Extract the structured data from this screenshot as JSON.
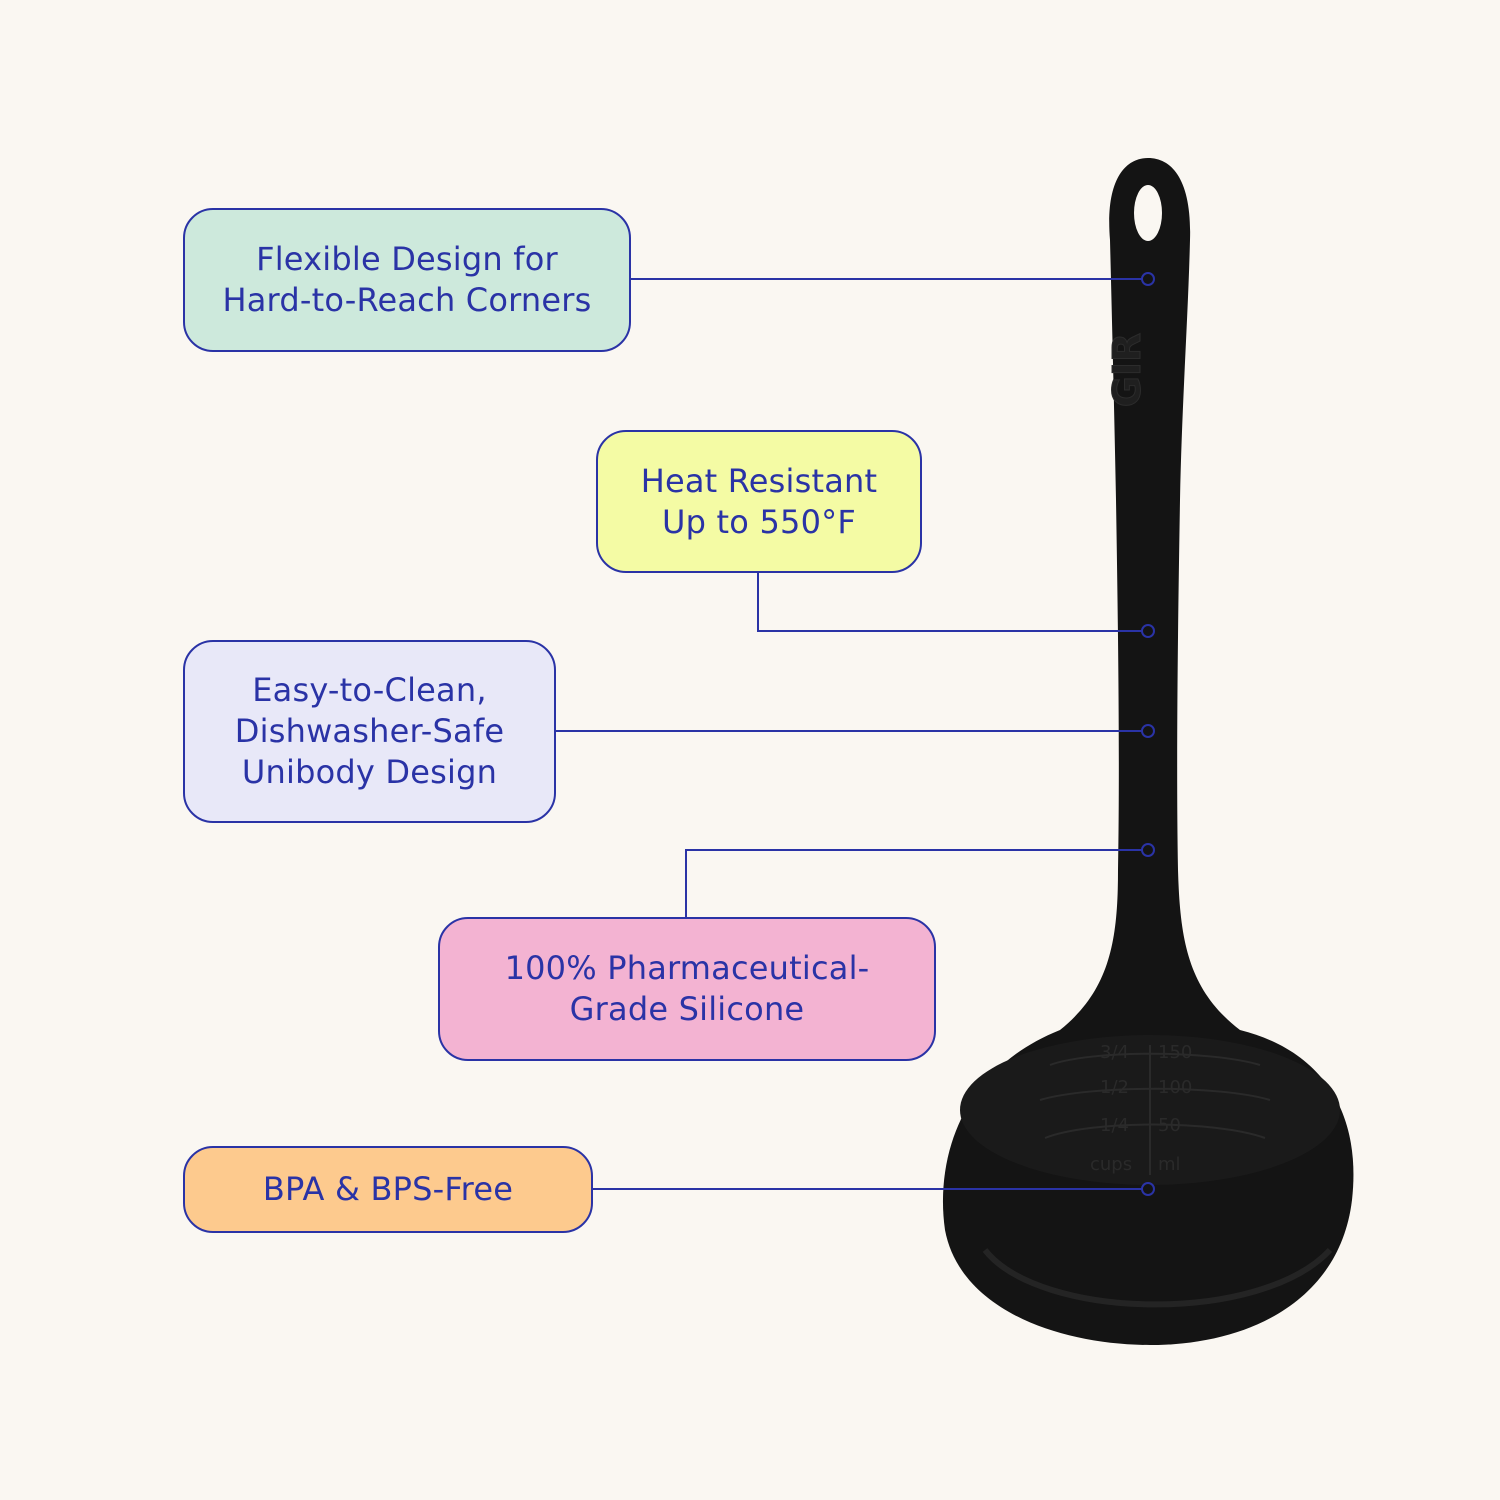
{
  "background_color": "#faf7f2",
  "accent_color": "#2a33a6",
  "product": {
    "name": "silicone ladle",
    "color": "#141414",
    "handle_mark": "GIR",
    "measurement_marks": {
      "cups": [
        "3/4",
        "1/2",
        "1/4",
        "cups"
      ],
      "ml": [
        "150",
        "100",
        "50",
        "ml"
      ]
    }
  },
  "callouts": [
    {
      "label": "Flexible Design for\nHard-to-Reach Corners",
      "color": "#cde9dc"
    },
    {
      "label": "Heat Resistant\nUp to 550°F",
      "color": "#f4fba4"
    },
    {
      "label": "Easy-to-Clean,\nDishwasher-Safe\nUnibody Design",
      "color": "#e8e8f8"
    },
    {
      "label": "100% Pharmaceutical-\nGrade Silicone",
      "color": "#f3b3d2"
    },
    {
      "label": "BPA & BPS-Free",
      "color": "#fdca8e"
    }
  ]
}
